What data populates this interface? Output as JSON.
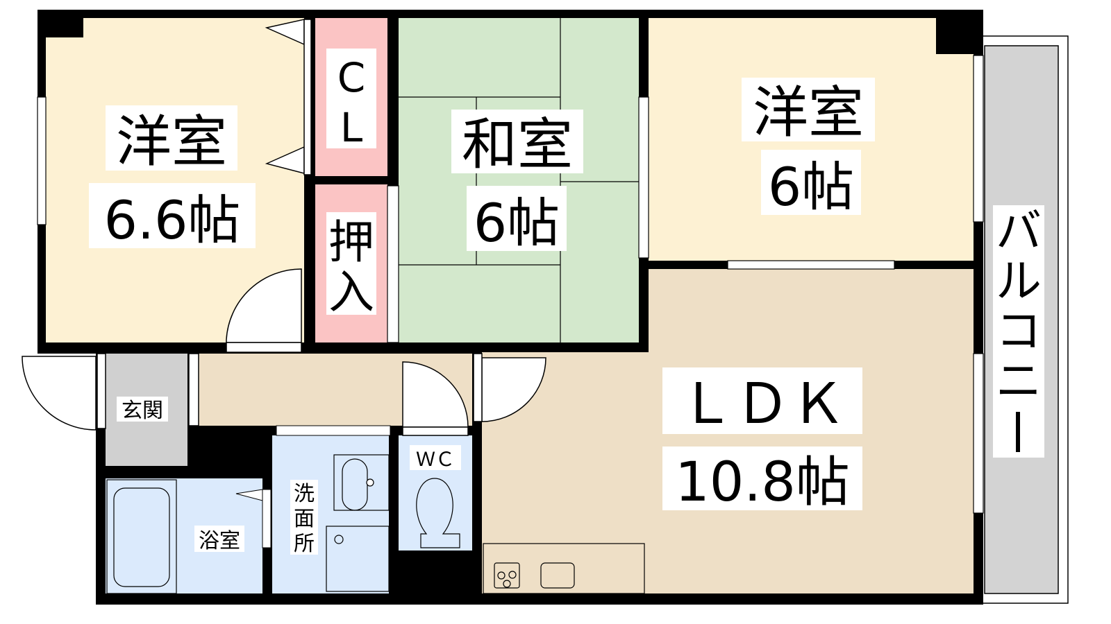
{
  "rooms": {
    "western_left": {
      "name": "洋室",
      "size": "6.6帖"
    },
    "closet": {
      "name_line1": "C",
      "name_line2": "L"
    },
    "oshiire": {
      "name_line1": "押",
      "name_line2": "入"
    },
    "japanese": {
      "name": "和室",
      "size": "6帖"
    },
    "western_right": {
      "name": "洋室",
      "size": "6帖"
    },
    "ldk": {
      "name": "ＬＤＫ",
      "size": "10.8帖"
    },
    "entrance": {
      "name": "玄関"
    },
    "bath": {
      "name": "浴室"
    },
    "washroom": {
      "line1": "洗",
      "line2": "面",
      "line3": "所"
    },
    "wc": {
      "name": "ＷＣ"
    },
    "balcony": {
      "line1": "バ",
      "line2": "ル",
      "line3": "コ",
      "line4": "ニ",
      "line5": "ー"
    }
  },
  "colors": {
    "western": "#fdf1d3",
    "japanese": "#d3e8cc",
    "closet": "#fbc4c4",
    "ldk": "#eedfc6",
    "wet": "#dbeafc",
    "entrance": "#d0d0d0",
    "balcony": "#d3d3d3"
  }
}
